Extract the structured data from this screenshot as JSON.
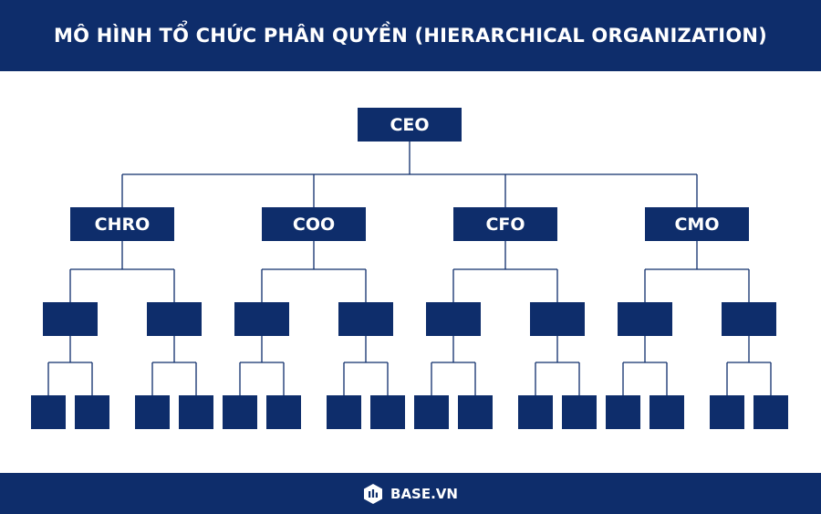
{
  "header": {
    "title": "MÔ HÌNH TỔ CHỨC PHÂN QUYỀN (HIERARCHICAL ORGANIZATION)"
  },
  "org_chart": {
    "root": {
      "label": "CEO"
    },
    "executives": [
      {
        "label": "CHRO"
      },
      {
        "label": "COO"
      },
      {
        "label": "CFO"
      },
      {
        "label": "CMO"
      }
    ],
    "managers_per_executive": 2,
    "staff_per_manager": 2
  },
  "footer": {
    "brand": "BASE.VN",
    "logo_icon": "base-logo-icon"
  },
  "colors": {
    "primary": "#0e2d6b",
    "background": "#ffffff",
    "text_on_primary": "#ffffff"
  }
}
